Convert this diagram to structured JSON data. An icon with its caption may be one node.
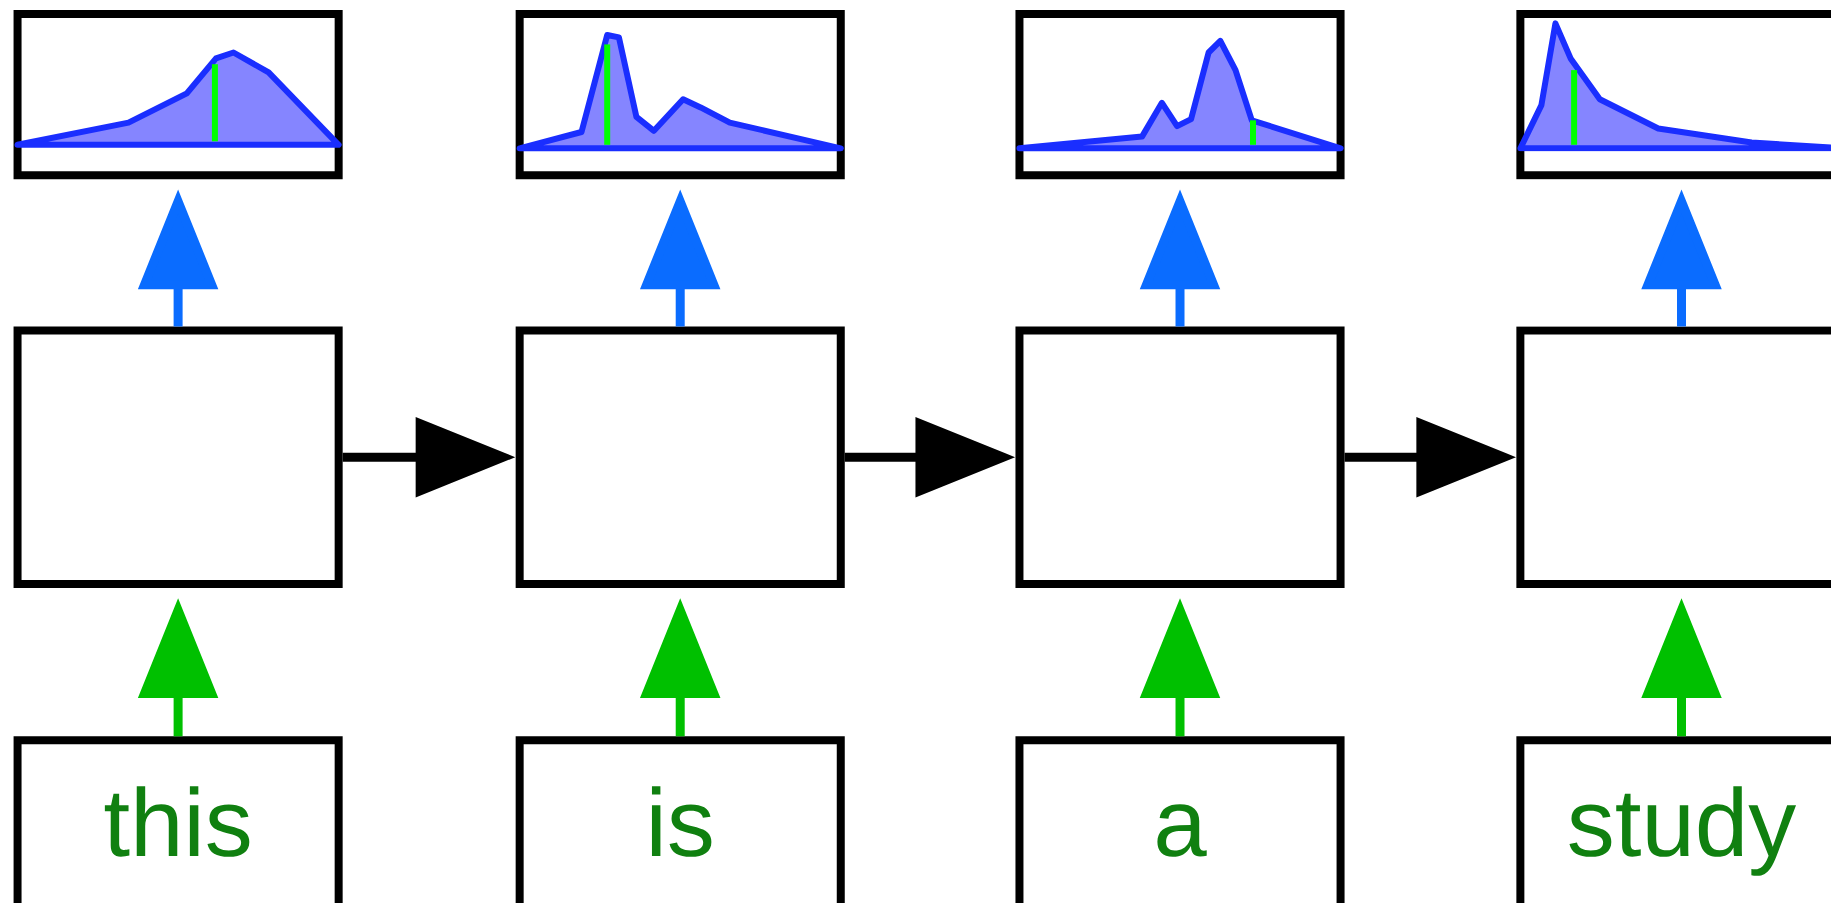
{
  "diagram": {
    "nodes": [
      {
        "text": [],
        "shape": "picture"
      },
      {
        "text": [],
        "shape": "picture"
      },
      {
        "text": [],
        "shape": "picture"
      },
      {
        "text": [],
        "shape": "picture"
      },
      {
        "text": [],
        "shape": "box"
      },
      {
        "text": [],
        "shape": "box"
      },
      {
        "text": [],
        "shape": "box"
      },
      {
        "text": [],
        "shape": "box"
      },
      {
        "text": [
          "this"
        ]
      },
      {
        "text": [
          "is"
        ]
      },
      {
        "text": [
          "a"
        ]
      },
      {
        "text": [
          "study"
        ]
      }
    ],
    "edges": [
      {
        "from": 8,
        "to": 4,
        "arrow": "to",
        "color": "#00c000"
      },
      {
        "from": 9,
        "to": 5,
        "arrow": "to",
        "color": "#00c000"
      },
      {
        "from": 10,
        "to": 6,
        "arrow": "to",
        "color": "#00c000"
      },
      {
        "from": 11,
        "to": 7,
        "arrow": "to",
        "color": "#00c000"
      },
      {
        "from": 4,
        "to": 0,
        "arrow": "to",
        "color": "#0a6cff"
      },
      {
        "from": 5,
        "to": 1,
        "arrow": "to",
        "color": "#0a6cff"
      },
      {
        "from": 6,
        "to": 2,
        "arrow": "to",
        "color": "#0a6cff"
      },
      {
        "from": 7,
        "to": 3,
        "arrow": "to",
        "color": "#0a6cff"
      },
      {
        "from": 4,
        "to": 5,
        "arrow": "to",
        "color": "#000000"
      },
      {
        "from": 5,
        "to": 6,
        "arrow": "to",
        "color": "#000000"
      },
      {
        "from": 6,
        "to": 7,
        "arrow": "to",
        "color": "#000000"
      }
    ]
  }
}
